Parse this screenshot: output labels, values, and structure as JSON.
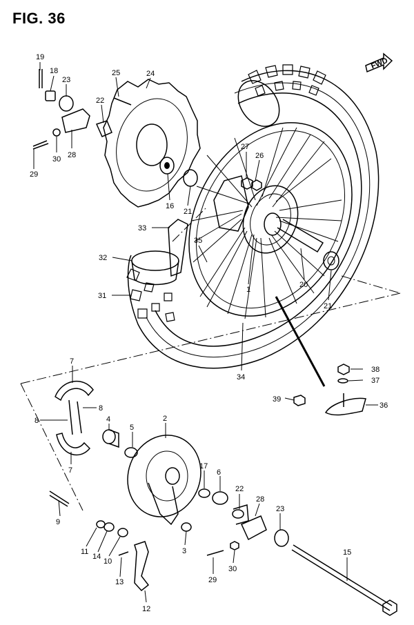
{
  "figure": {
    "title": "FIG. 36"
  },
  "direction_arrow": {
    "label": "FWD"
  },
  "callouts": [
    {
      "id": "c19",
      "text": "19"
    },
    {
      "id": "c18",
      "text": "18"
    },
    {
      "id": "c23a",
      "text": "23"
    },
    {
      "id": "c25",
      "text": "25"
    },
    {
      "id": "c24",
      "text": "24"
    },
    {
      "id": "c22a",
      "text": "22"
    },
    {
      "id": "c30a",
      "text": "30"
    },
    {
      "id": "c28a",
      "text": "28"
    },
    {
      "id": "c29a",
      "text": "29"
    },
    {
      "id": "c27",
      "text": "27"
    },
    {
      "id": "c26",
      "text": "26"
    },
    {
      "id": "c16",
      "text": "16"
    },
    {
      "id": "c21a",
      "text": "21"
    },
    {
      "id": "c33",
      "text": "33"
    },
    {
      "id": "c35",
      "text": "35"
    },
    {
      "id": "c32",
      "text": "32"
    },
    {
      "id": "c1",
      "text": "1"
    },
    {
      "id": "c20",
      "text": "20"
    },
    {
      "id": "c31",
      "text": "31"
    },
    {
      "id": "c21b",
      "text": "21"
    },
    {
      "id": "c34",
      "text": "34"
    },
    {
      "id": "c38",
      "text": "38"
    },
    {
      "id": "c37",
      "text": "37"
    },
    {
      "id": "c39",
      "text": "39"
    },
    {
      "id": "c36",
      "text": "36"
    },
    {
      "id": "c7a",
      "text": "7"
    },
    {
      "id": "c8a",
      "text": "8"
    },
    {
      "id": "c8b",
      "text": "8"
    },
    {
      "id": "c4",
      "text": "4"
    },
    {
      "id": "c5",
      "text": "5"
    },
    {
      "id": "c2",
      "text": "2"
    },
    {
      "id": "c7b",
      "text": "7"
    },
    {
      "id": "c17",
      "text": "17"
    },
    {
      "id": "c6",
      "text": "6"
    },
    {
      "id": "c22b",
      "text": "22"
    },
    {
      "id": "c28b",
      "text": "28"
    },
    {
      "id": "c23b",
      "text": "23"
    },
    {
      "id": "c9",
      "text": "9"
    },
    {
      "id": "c11",
      "text": "11"
    },
    {
      "id": "c14",
      "text": "14"
    },
    {
      "id": "c10",
      "text": "10"
    },
    {
      "id": "c3",
      "text": "3"
    },
    {
      "id": "c13",
      "text": "13"
    },
    {
      "id": "c29b",
      "text": "29"
    },
    {
      "id": "c30b",
      "text": "30"
    },
    {
      "id": "c15",
      "text": "15"
    },
    {
      "id": "c12",
      "text": "12"
    }
  ]
}
